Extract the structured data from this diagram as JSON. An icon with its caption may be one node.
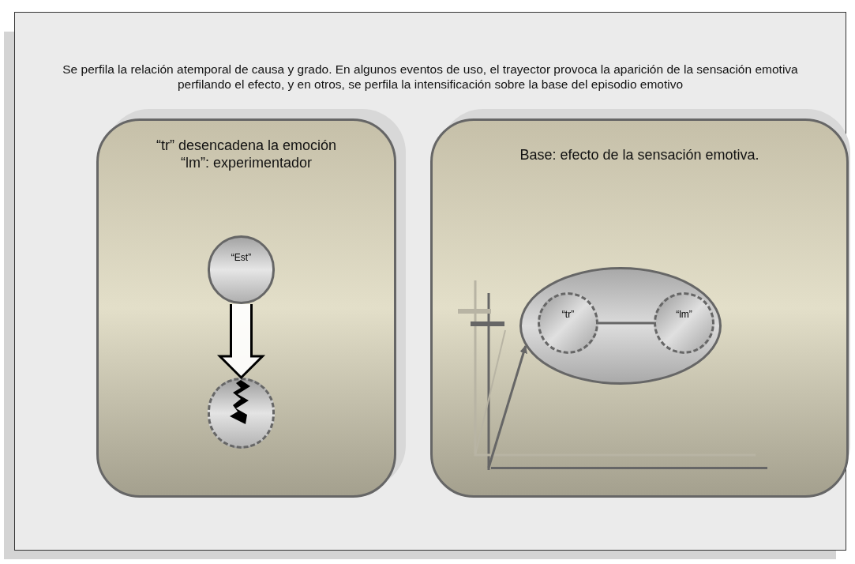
{
  "diagram": {
    "title": "Se perfila la relación atemporal de causa y grado. En algunos eventos de uso, el trayector provoca la aparición de la sensación emotiva perfilando el efecto, y en otros, se perfila la intensificación sobre la base del episodio emotivo",
    "nodes": [
      {
        "text": [
          "“tr” desencadena la emoción “lm”: experimentador"
        ]
      },
      {
        "text": [
          "“Est”"
        ],
        "in": 0
      },
      {
        "text": [],
        "shape": "circle",
        "in": 0
      },
      {
        "text": [
          "Base: efecto de la sensación emotiva."
        ]
      },
      {
        "text": [],
        "shape": "ellipse",
        "in": 3
      },
      {
        "text": [
          "“tr”"
        ],
        "in": 4
      },
      {
        "text": [
          "“lm”"
        ],
        "in": 4
      },
      {
        "text": [],
        "shape": "axes",
        "in": 3
      }
    ],
    "edges": [
      {
        "from": 1,
        "to": 2,
        "arrow": "to",
        "style": "thick",
        "color": "#000000"
      },
      {
        "from": 5,
        "to": 6,
        "arrow": "none"
      },
      {
        "from": 7,
        "to": 4,
        "arrow": "to"
      }
    ]
  }
}
